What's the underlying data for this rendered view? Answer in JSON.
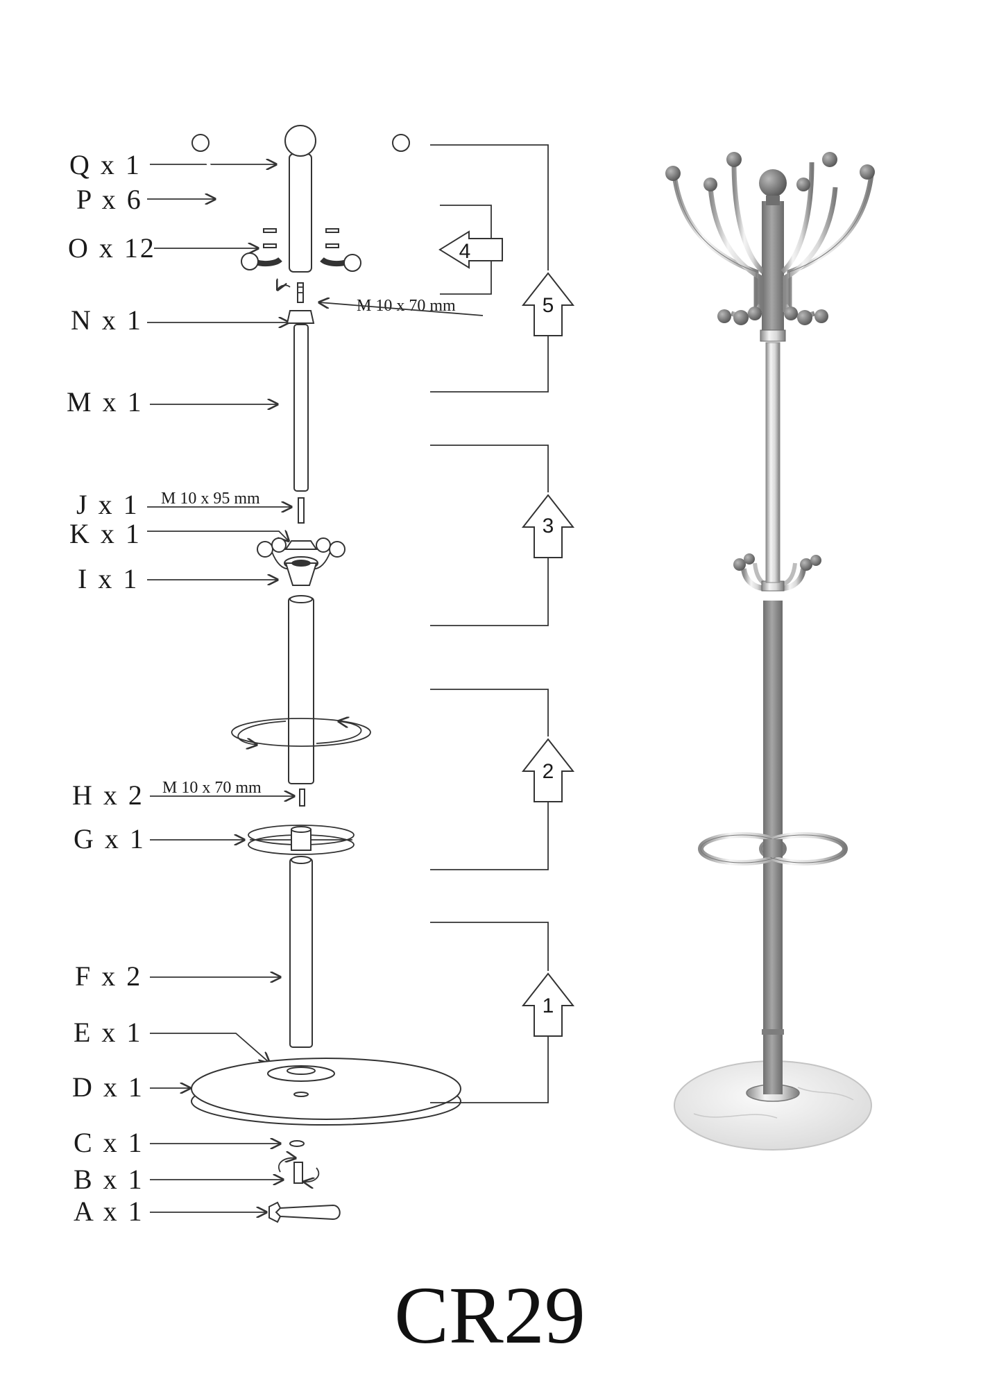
{
  "title": "CR29",
  "parts": [
    {
      "id": "Q",
      "label": "Q x 1"
    },
    {
      "id": "P",
      "label": "P x 6"
    },
    {
      "id": "O",
      "label": "O x 12"
    },
    {
      "id": "N",
      "label": "N x 1"
    },
    {
      "id": "M",
      "label": "M x 1"
    },
    {
      "id": "J",
      "label": "J x 1"
    },
    {
      "id": "K",
      "label": "K x 1"
    },
    {
      "id": "I",
      "label": "I x 1"
    },
    {
      "id": "H",
      "label": "H x 2"
    },
    {
      "id": "G",
      "label": "G x 1"
    },
    {
      "id": "F",
      "label": "F x 2"
    },
    {
      "id": "E",
      "label": "E x 1"
    },
    {
      "id": "D",
      "label": "D x 1"
    },
    {
      "id": "C",
      "label": "C x 1"
    },
    {
      "id": "B",
      "label": "B x 1"
    },
    {
      "id": "A",
      "label": "A x 1"
    }
  ],
  "bolt_specs": {
    "top": "M 10 x 70 mm",
    "middle": "M 10 x 95 mm",
    "bottom": "M 10 x 70 mm"
  },
  "steps": [
    "5",
    "4",
    "3",
    "2",
    "1"
  ],
  "colors": {
    "ink": "#1a1a1a",
    "wood": "#8f8f8f",
    "chrome": "#cfcfcf",
    "marble": "#f1f1f1"
  }
}
